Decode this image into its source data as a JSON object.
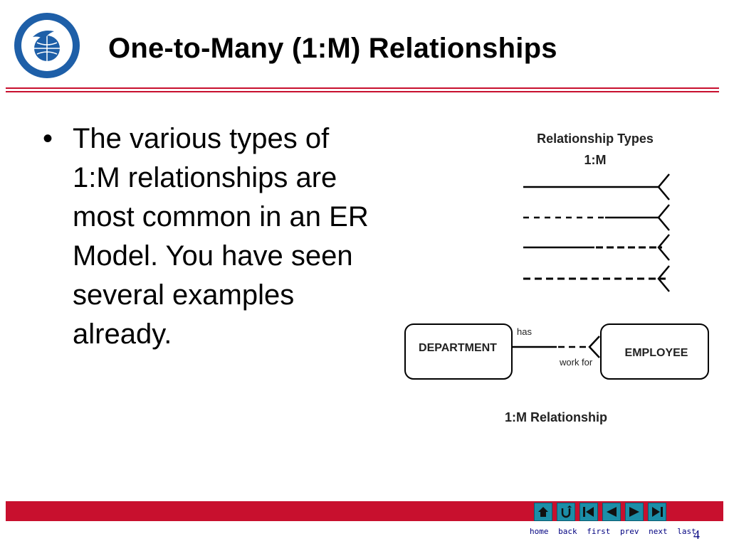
{
  "title": "One-to-Many (1:M) Relationships",
  "bullets": [
    "The various types of 1:M relationships are most common in an ER Model. You have seen several examples already."
  ],
  "diagram": {
    "legend_title": "Relationship Types",
    "legend_subtitle": "1:M",
    "entity_left": "DEPARTMENT",
    "entity_right": "EMPLOYEE",
    "rel_top_label": "has",
    "rel_bottom_label": "work for",
    "caption": "1:M Relationship"
  },
  "nav": {
    "home": "home",
    "back": "back",
    "first": "first",
    "prev": "prev",
    "next": "next",
    "last": "last"
  },
  "page_number": "4",
  "colors": {
    "accent": "#c8102e",
    "nav_button": "#1c8ea8",
    "nav_text": "#000080"
  }
}
